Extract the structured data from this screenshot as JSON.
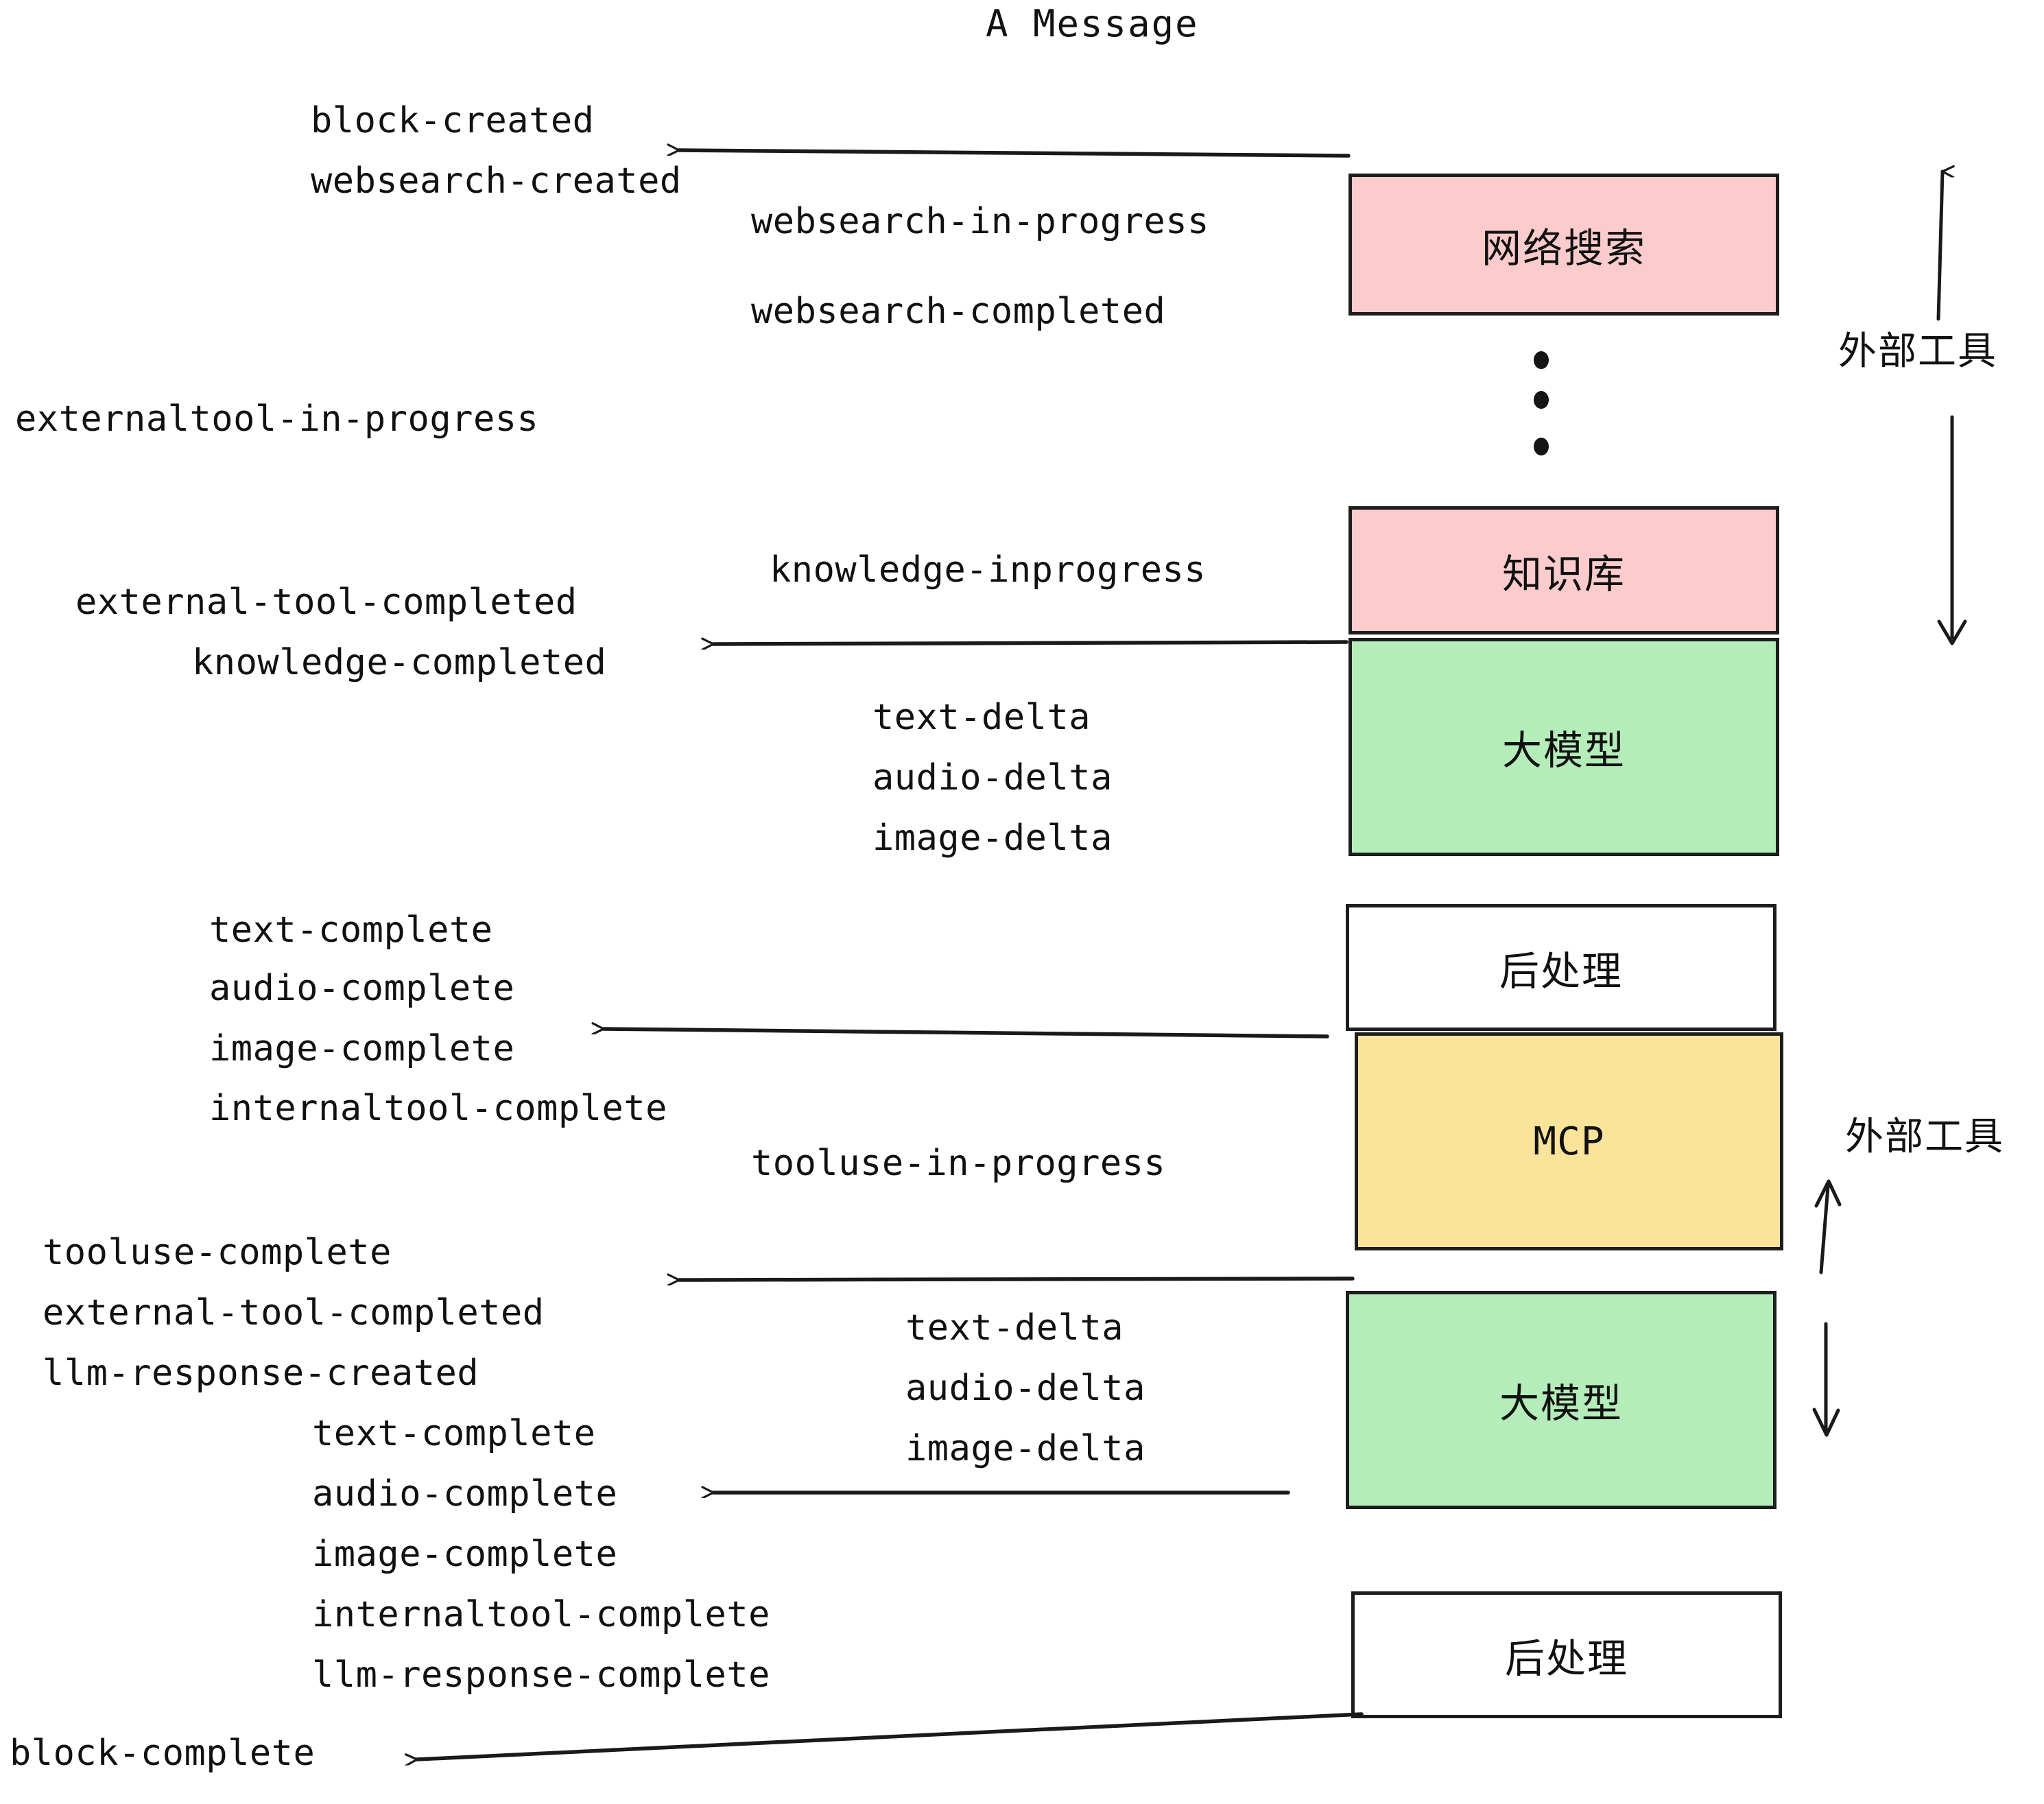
{
  "title": "A Message",
  "events": {
    "block_created": "block-created",
    "websearch_created": "websearch-created",
    "websearch_in_progress": "websearch-in-progress",
    "websearch_completed": "websearch-completed",
    "externaltool_in_progress": "externaltool-in-progress",
    "knowledge_inprogress": "knowledge-inprogress",
    "external_tool_completed_1": "external-tool-completed",
    "knowledge_completed": "knowledge-completed",
    "text_delta_1": "text-delta",
    "audio_delta_1": "audio-delta",
    "image_delta_1": "image-delta",
    "text_complete_1": "text-complete",
    "audio_complete_1": "audio-complete",
    "image_complete_1": "image-complete",
    "internaltool_complete_1": "internaltool-complete",
    "tooluse_in_progress": "tooluse-in-progress",
    "tooluse_complete": "tooluse-complete",
    "external_tool_completed_2": "external-tool-completed",
    "llm_response_created": "llm-response-created",
    "text_delta_2": "text-delta",
    "audio_delta_2": "audio-delta",
    "image_delta_2": "image-delta",
    "text_complete_2": "text-complete",
    "audio_complete_2": "audio-complete",
    "image_complete_2": "image-complete",
    "internaltool_complete_2": "internaltool-complete",
    "llm_response_complete": "llm-response-complete",
    "block_complete": "block-complete"
  },
  "nodes": {
    "websearch": "网络搜索",
    "knowledge_base": "知识库",
    "llm_1": "大模型",
    "postprocess_1": "后处理",
    "mcp": "MCP",
    "llm_2": "大模型",
    "postprocess_2": "后处理"
  },
  "side_labels": {
    "external_tools_top": "外部工具",
    "external_tools_bottom": "外部工具"
  },
  "colors": {
    "pink": "#fccccc",
    "green": "#b4edb9",
    "yellow": "#fae49a",
    "white": "#ffffff",
    "stroke": "#1d1d1d",
    "text": "#111111"
  }
}
